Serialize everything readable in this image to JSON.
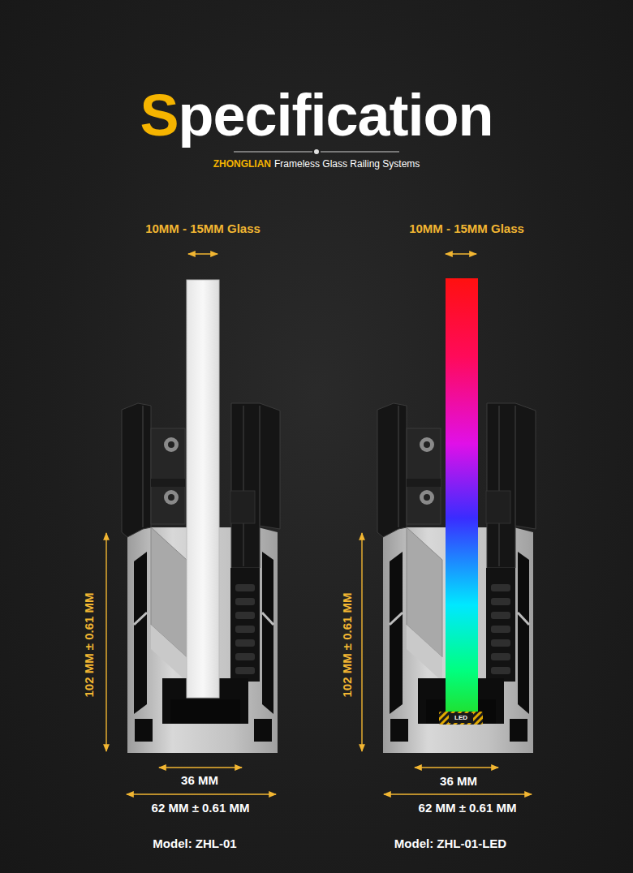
{
  "diagram": {
    "title": "Specification",
    "labels": [
      "ZHONGLIAN",
      "Frameless Glass Railing Systems",
      "10MM - 15MM Glass",
      "102 MM ± 0.61 MM",
      "36 MM",
      "62 MM ± 0.61 MM",
      "Model: ZHL-01",
      "10MM - 15MM Glass",
      "102 MM ± 0.61 MM",
      "LED",
      "36 MM",
      "62 MM ± 0.61 MM",
      "Model: ZHL-01-LED"
    ]
  }
}
